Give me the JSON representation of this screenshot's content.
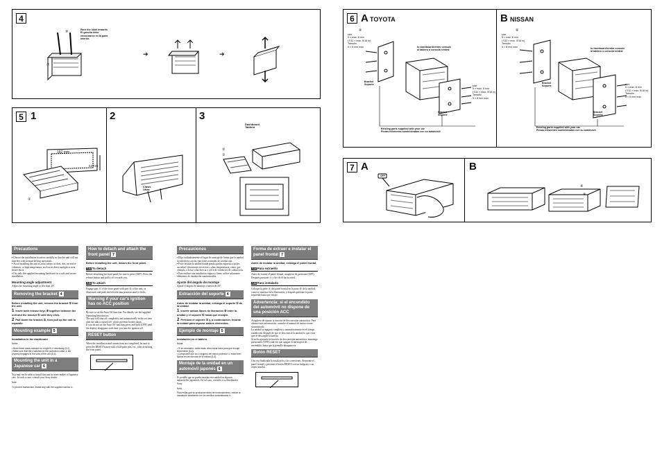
{
  "panels": {
    "p4": {
      "badge": "4",
      "note_en": "Face the hook inwards.",
      "note_es": "El gancho debe encontrarse en la parte interior.",
      "arrow": "➔",
      "callouts": [
        "⑨",
        "⑦"
      ]
    },
    "p5": {
      "badge": "5",
      "step1": "1",
      "step2": "2",
      "step3": "3",
      "dim_width": "182 mm",
      "dim_height": "53 mm",
      "claws_label": "Claws\nUñas",
      "dashboard_label": "Dashboard\nTablero",
      "callouts": [
        "①",
        "②",
        "③"
      ]
    },
    "p6": {
      "badge": "6",
      "a_letter": "A",
      "a_title": "TOYOTA",
      "b_letter": "B",
      "b_title": "NISSAN",
      "size_top": "size\n5 × max. 8 mm\n(7/32 × max. 5/16 in)\nTamaño\n5 × 8 mm máx.",
      "dashboard_note": "to dashboard/center console\nal tablero o consola central",
      "size_side": "size\n5 × max. 8 mm\n(7/32 × max. 5/16 in)\nTamaño\n5 × 8 mm máx.",
      "bracket": "Bracket\nSoporte",
      "existing_parts": "Existing parts supplied with your car\nPiezas existentes suministradas con su automóvil",
      "callouts": [
        "⑥",
        "⑥"
      ]
    },
    "p7": {
      "badge": "7",
      "a_letter": "A",
      "b_letter": "B",
      "off_label": "OFF",
      "callouts": [
        "⑧",
        "⑨"
      ]
    }
  },
  "columns": {
    "en1": {
      "precautions_title": "Precautions",
      "precautions": [
        "Choose the installation location carefully so that the unit will not interfere with normal driving operations.",
        "Avoid installing the unit in areas subject to dust, dirt, excessive vibration, or high temperature, such as in direct sunlight or near heater ducts.",
        "Use only the supplied mounting hardware for a safe and secure installation."
      ],
      "angle_title": "Mounting angle adjustment",
      "angle_text": "Adjust the mounting angle to less than 20°.",
      "removing_title": "Removing the bracket",
      "removing_num": "4",
      "removing_intro": "Before installing the unit, remove the bracket ① from the unit.",
      "removing_step1": "Insert both release keys ⑨ together between the unit and the bracket ① until they click.",
      "removing_step2": "Pull down the bracket ①, then pull up the unit to separate.",
      "mounting_title": "Mounting example",
      "mounting_num": "5",
      "mounting_sub": "Installation in the dashboard",
      "mounting_notes_title": "Notes",
      "mounting_notes": "• Bend these claws outward for a tight fit, if necessary (5-2).\n• Make sure that the 4 catches on the protection collar ② are properly engaged in the slots of the unit (5-3).",
      "japanese_title": "Mounting the unit in a Japanese car",
      "japanese_num": "6",
      "japanese_text": "You may not be able to install this unit in some makes of Japanese cars. In such a case, consult your Sony dealer.",
      "japanese_note_title": "Note",
      "japanese_note": "To prevent malfunction, install only with the supplied screws ⑥."
    },
    "en2": {
      "detach_title": "How to detach and attach the front panel",
      "detach_num": "7",
      "detach_intro": "Before installing the unit, detach the front panel.",
      "detach_a_tag": "7-A",
      "detach_a_title": "To detach",
      "detach_a_text": "Before detaching the front panel, be sure to press (OFF). Press the release button and pull it off towards you.",
      "detach_b_tag": "7-B",
      "detach_b_title": "To attach",
      "detach_b_text": "Engage part Ⓐ of the front panel with part Ⓑ of the unit, as illustrated, and push the left side into position until it clicks.",
      "warning_title": "Warning if your car's ignition has no ACC position",
      "warning_text": "Be sure to set the Auto Off function. For details, see the supplied Operating Instructions.\nThe unit will shut off completely and automatically in the set time after the unit is turned off, which prevents battery drain.\nIf you do not set the Auto Off function, press and hold (OFF) until the display disappears each time you turn the ignition off.",
      "reset_title": "RESET button",
      "reset_text": "When the installation and connections are completed, be sure to press the RESET button with a ball-point pen, etc., after detaching the front panel."
    },
    "es1": {
      "precautions_title": "Precauciones",
      "precautions": [
        "Elija cuidadosamente el lugar de montaje de forma que la unidad no interfiera con las funciones normales de conducción.",
        "Evite instalar la unidad donde pueda quedar expuesta a polvo, suciedad, vibraciones excesivas o altas temperaturas, como, por ejemplo, a la luz solar directa o cerca de conductos de calefacción.",
        "Para realizar una instalación segura y firme, utilice solamente elementos de instalación suministrados."
      ],
      "angle_title": "Ajuste del ángulo de montaje",
      "angle_text": "Ajuste el ángulo de montaje a menos de 20°.",
      "removing_title": "Extracción del soporte",
      "removing_num": "4",
      "removing_intro": "Antes de instalar la unidad, extraiga el soporte ① de la unidad.",
      "removing_step1": "Inserte ambas llaves de liberación ⑨ entre la unidad y el soporte ① hasta que encajen.",
      "removing_step2": "Presione el soporte ① y, a continuación, levante la unidad para separar ambos elementos.",
      "mounting_title": "Ejemplo de montaje",
      "mounting_num": "5",
      "mounting_sub": "Instalación en el tablero",
      "mounting_notes_title": "Notas",
      "mounting_notes": "• Si es necesario, doble estas uñas hacia fuera para que encaje firmemente (5-2).\n• Compruebe que los 4 seguros del marco protector ② están bien fijados en las ranuras de la unidad (5-3).",
      "japanese_title": "Montaje de la unidad en un automóvil japonés",
      "japanese_num": "6",
      "japanese_text": "Es posible que no pueda instalar esta unidad en algunos automóviles japoneses. En tal caso, consulte a su distribuidor Sony.",
      "japanese_note_title": "Nota",
      "japanese_note": "Para evitar que se produzcan fallos de funcionamiento, realice la instalación solamente con los tornillos suministrados ⑥."
    },
    "es2": {
      "detach_title": "Forma de extraer e instalar el panel frontal",
      "detach_num": "7",
      "detach_intro": "Antes de instalar la unidad, extraiga el panel frontal.",
      "detach_a_tag": "7-A",
      "detach_a_title": "Para extraerlo",
      "detach_a_text": "Antes de extraer el panel frontal, asegúrese de presionar (OFF). Después presione ⓐ y tire de él hacia usted.",
      "detach_b_tag": "7-B",
      "detach_b_title": "Para instalarlo",
      "detach_b_text": "Coloque la parte Ⓐ del panel frontal en la parte Ⓑ de la unidad, como se muestra en la ilustración, y después presione la parte izquierda hasta que encaje.",
      "warning_title": "Advertencia: si el encendido del automóvil no dispone de una posición ACC",
      "warning_text": "Asegúrese de ajustar la función de desconexión automática. Para obtener más información, consulte el manual de instrucciones suministrado.\nLa unidad se apagará completa y automáticamente en el tiempo establecido después de que se desconecte la unidad, lo que evita que se descargue la batería.\nSi no ha ajustado la función de desconexión automática, mantenga presionado (OFF) cada vez que apague el interruptor de encendido, hasta que la pantalla desaparezca.",
      "reset_title": "Botón RESET",
      "reset_text": "Una vez finalizada la instalación y las conexiones, desmonte el panel frontal y presione el botón RESET con un bolígrafo o un objeto similar."
    }
  }
}
